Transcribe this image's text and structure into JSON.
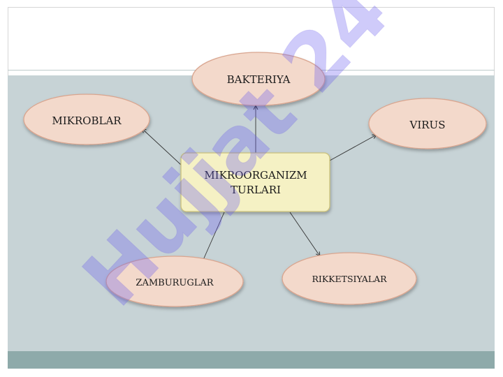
{
  "diagram": {
    "center": {
      "line1": "MIKROORGANIZM",
      "line2": "TURLARI"
    },
    "nodes": {
      "bakteriya": "BAKTERIYA",
      "mikroblar": "MIKROBLAR",
      "virus": "VIRUS",
      "zamburuglar": "ZAMBURUGLAR",
      "rikketsiyalar": "RIKKETSIYALAR"
    }
  },
  "watermark": {
    "text": "Hujjat 24"
  },
  "colors": {
    "ellipse_fill": "#f3d9cb",
    "ellipse_stroke": "#d9a58f",
    "center_fill": "#f5f1c4",
    "center_stroke": "#c9c07a",
    "panel": "#c7d3d6",
    "footer_bar": "#8eaaaa"
  }
}
